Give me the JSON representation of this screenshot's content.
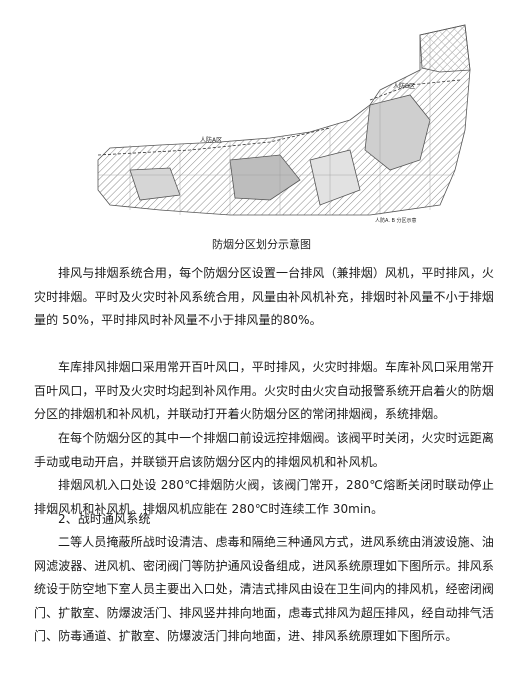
{
  "figure": {
    "labels": {
      "zone_a": "人防A区",
      "zone_b": "人防B区",
      "note": "人防A. B 分区示意"
    }
  },
  "caption": "防烟分区划分示意图",
  "paragraphs": [
    "排风与排烟系统合用，每个防烟分区设置一台排风（兼排烟）风机，平时排风，火灾时排烟。平时及火灾时补风系统合用，风量由补风机补充，排烟时补风量不小于排烟量的 50%，平时排风时补风量不小于排风量的80%。",
    "车库排风排烟口采用常开百叶风口，平时排风，火灾时排烟。车库补风口采用常开百叶风口，平时及火灾时均起到补风作用。火灾时由火灾自动报警系统开启着火的防烟分区的排烟机和补风机，并联动打开着火防烟分区的常闭排烟阀，系统排烟。",
    "在每个防烟分区的其中一个排烟口前设远控排烟阀。该阀平时关闭，火灾时远距离手动或电动开启，并联锁开启该防烟分区内的排烟风机和补风机。",
    "排烟风机入口处设 280℃排烟防火阀，该阀门常开，280℃熔断关闭时联动停止排烟风机和补风机。排烟风机应能在 280℃时连续工作 30min。",
    "2、战时通风系统",
    "二等人员掩蔽所战时设清洁、虑毒和隔绝三种通风方式，进风系统由消波设施、油网滤波器、进风机、密闭阀门等防护通风设备组成，进风系统原理如下图所示。排风系统设于防空地下室人员主要出入口处，清洁式排风由设在卫生间内的排风机，经密闭阀门、扩散室、防爆波活门、排风竖井排向地面，虑毒式排风为超压排风，经自动排气活门、防毒通道、扩散室、防爆波活门排向地面，进、排风系统原理如下图所示。"
  ]
}
